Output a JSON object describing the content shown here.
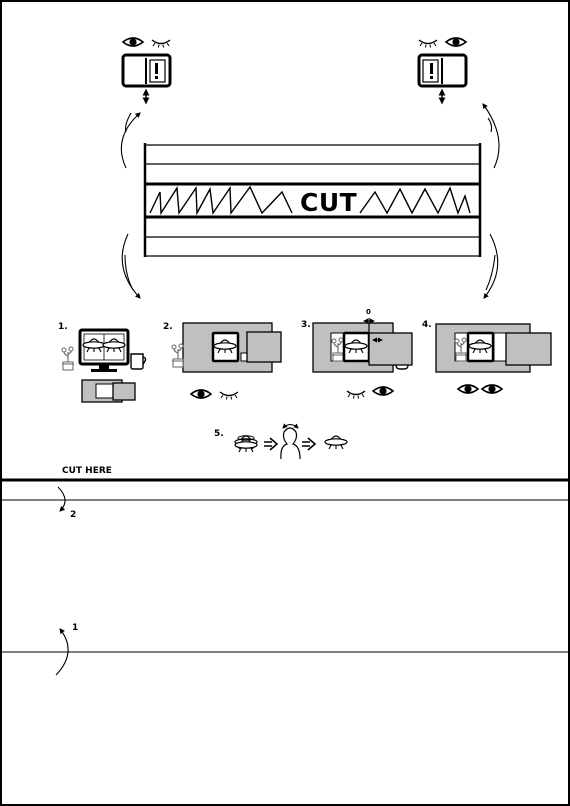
{
  "diagram": {
    "cut_text": "CUT",
    "cut_here_label": "CUT HERE",
    "steps": [
      "1.",
      "2.",
      "3.",
      "4.",
      "5."
    ],
    "offset_marker": "0",
    "fold_labels": [
      "2",
      "1"
    ],
    "colors": {
      "stroke": "#000000",
      "fill_gray": "#c0c0c0",
      "background": "#ffffff"
    },
    "icons": [
      "eye-open-icon",
      "eye-closed-icon",
      "exclamation-card-icon",
      "ufo-icon",
      "person-icon",
      "monitor-icon",
      "plant-icon",
      "mug-icon",
      "arrow-right-icon"
    ]
  }
}
